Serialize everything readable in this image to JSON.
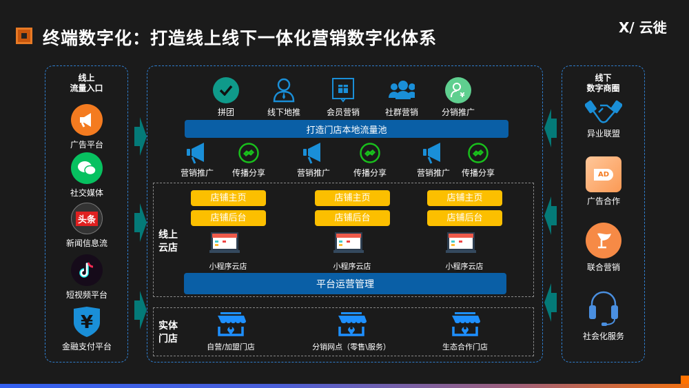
{
  "header": {
    "title": "终端数字化：打造线上线下一体化营销数字化体系",
    "logo_text": "云徙",
    "logo_mark": "X/"
  },
  "left_panel": {
    "title_line1": "线上",
    "title_line2": "流量入口",
    "items": [
      {
        "label": "广告平台",
        "icon": "megaphone-icon"
      },
      {
        "label": "社交媒体",
        "icon": "wechat-icon"
      },
      {
        "label": "新闻信息流",
        "icon": "toutiao-icon",
        "icon_text": "头条"
      },
      {
        "label": "短视频平台",
        "icon": "tiktok-icon"
      },
      {
        "label": "金融支付平台",
        "icon": "yuan-shield-icon"
      }
    ]
  },
  "right_panel": {
    "title_line1": "线下",
    "title_line2": "数字商圈",
    "items": [
      {
        "label": "异业联盟",
        "icon": "handshake-icon"
      },
      {
        "label": "广告合作",
        "icon": "ad-megaphone-icon",
        "icon_text": "AD"
      },
      {
        "label": "联合营销",
        "icon": "flag-icon"
      },
      {
        "label": "社会化服务",
        "icon": "headset-icon"
      }
    ]
  },
  "center": {
    "top_icons": [
      {
        "label": "拼团"
      },
      {
        "label": "线下地推"
      },
      {
        "label": "会员营销"
      },
      {
        "label": "社群营销"
      },
      {
        "label": "分销推广"
      }
    ],
    "traffic_bar": "打造门店本地流量池",
    "promo_row": [
      {
        "label": "营销推广"
      },
      {
        "label": "传播分享"
      },
      {
        "label": "营销推广"
      },
      {
        "label": "传播分享"
      },
      {
        "label": "营销推广"
      },
      {
        "label": "传播分享"
      }
    ],
    "online_store": {
      "caption_line1": "线上",
      "caption_line2": "云店",
      "columns": [
        {
          "home": "店铺主页",
          "backend": "店铺后台",
          "label": "小程序云店"
        },
        {
          "home": "店铺主页",
          "backend": "店铺后台",
          "label": "小程序云店"
        },
        {
          "home": "店铺主页",
          "backend": "店铺后台",
          "label": "小程序云店"
        }
      ],
      "platform_bar": "平台运营管理"
    },
    "physical_store": {
      "caption_line1": "实体",
      "caption_line2": "门店",
      "stores": [
        {
          "label": "自营/加盟门店"
        },
        {
          "label": "分销网点（零售\\服务）"
        },
        {
          "label": "生态合作门店"
        }
      ]
    }
  },
  "colors": {
    "bg": "#1b1b1b",
    "panel_border": "#2f7fd0",
    "bar": "#0a5fa6",
    "yellow": "#fcbf00",
    "arrow": "#047a78",
    "orange": "#f47b20"
  }
}
